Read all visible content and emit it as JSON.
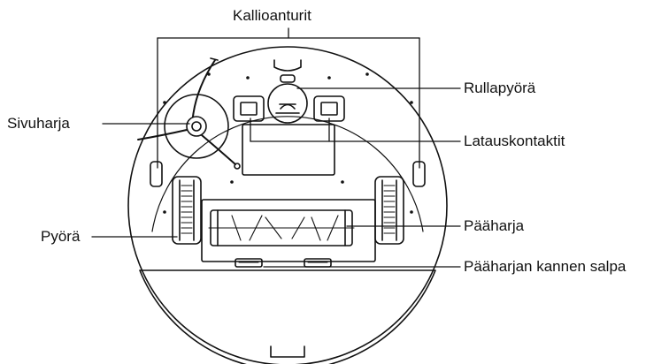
{
  "diagram": {
    "labels": {
      "cliff_sensors": "Kallioanturit",
      "roller_wheel": "Rullapyörä",
      "side_brush": "Sivuharja",
      "charging_contacts": "Latauskontaktit",
      "wheel": "Pyörä",
      "main_brush": "Pääharja",
      "main_brush_cover_latch": "Pääharjan kannen salpa"
    },
    "colors": {
      "stroke": "#111111",
      "background": "#ffffff"
    }
  }
}
